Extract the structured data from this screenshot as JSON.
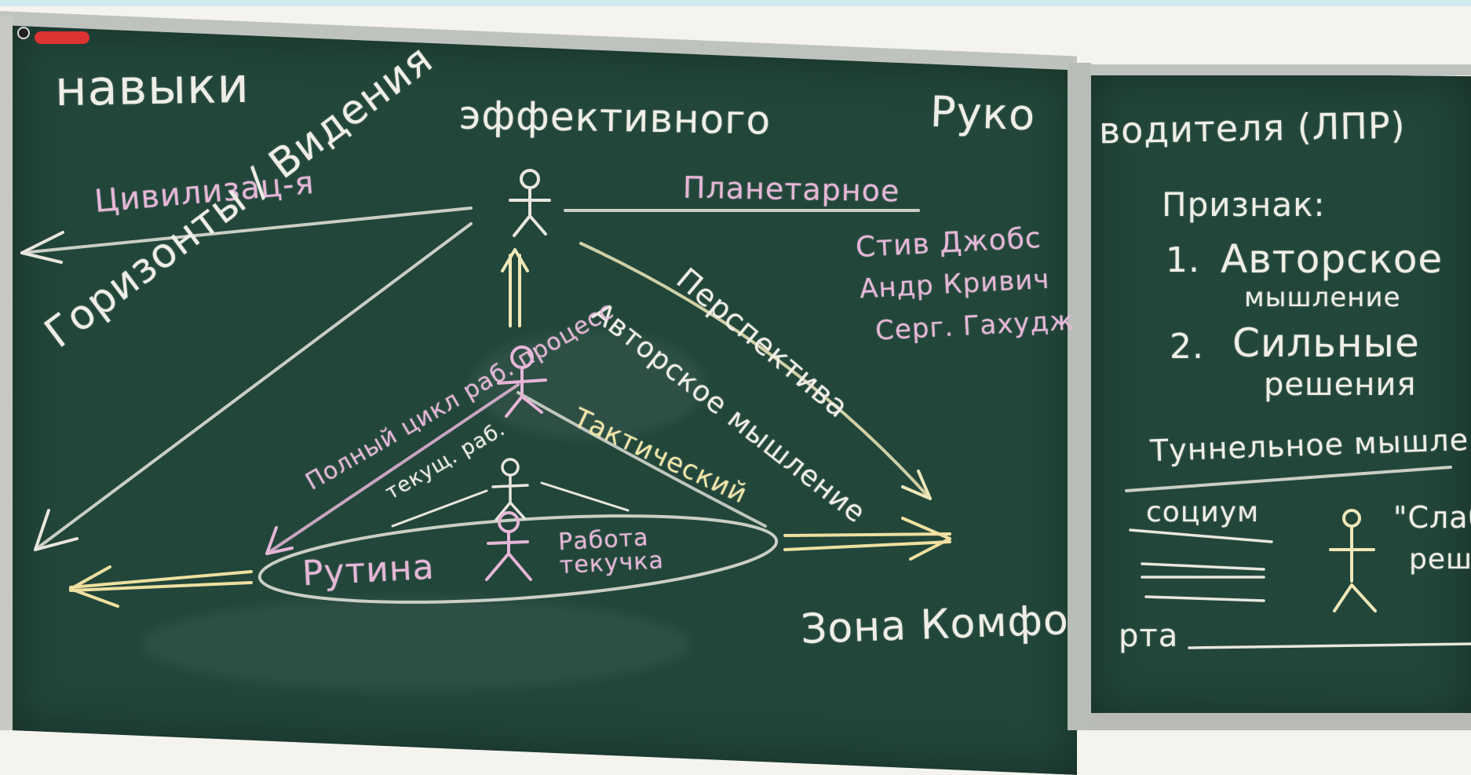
{
  "badge_text": "",
  "left_board": {
    "title_words": [
      "навыки",
      "эффективного",
      "Руко"
    ],
    "civilization": "Цивилизац-я",
    "planetary": "Планетарное",
    "horizon": "Горизонты / Видения",
    "names": [
      "Стив Джобс",
      "Андр Кривич",
      "Серг. Гахудж"
    ],
    "perspective": "Перспектива",
    "author_thinking": "Авторское мышление",
    "full_cycle": "Полный цикл раб. процесс",
    "current": "текущ. раб.",
    "tactical": "Тактический",
    "routine": "Рутина",
    "work_current": "Работа текучка",
    "comfort_zone": "Зона Комфо"
  },
  "right_board": {
    "title_continuation": "водителя (ЛПР)",
    "sign_label": "Признак:",
    "items": [
      {
        "num": "1.",
        "line1": "Авторское",
        "line2": "мышление"
      },
      {
        "num": "2.",
        "line1": "Сильные",
        "line2": "решения"
      }
    ],
    "tunnel": "Туннельное мышле",
    "society": "социум",
    "weak_quote": "\"Слаб",
    "weak_quote2": "реш",
    "comfort_tail": "рта"
  }
}
